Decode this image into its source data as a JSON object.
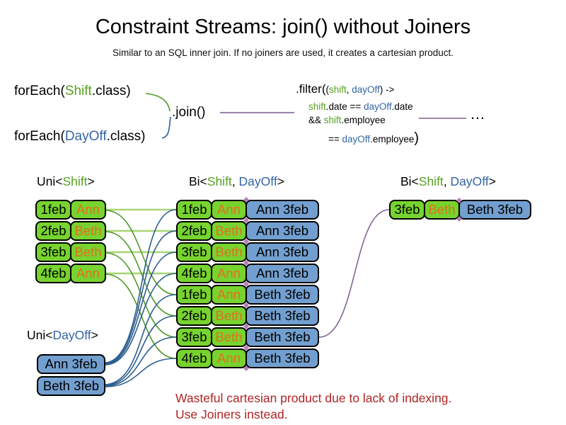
{
  "title": "Constraint Streams: join() without Joiners",
  "subtitle": "Similar to an SQL inner join. If no joiners are used, it creates a cartesian product.",
  "code": {
    "foreach_shift": {
      "pre": "forEach(",
      "cls": "Shift",
      "post": ".class)"
    },
    "foreach_dayoff": {
      "pre": "forEach(",
      "cls": "DayOff",
      "post": ".class)"
    },
    "join": ".join()",
    "filter": {
      "fn": ".filter(",
      "args_open": "(",
      "arg_shift": "shift",
      "args_comma": ", ",
      "arg_dayoff": "dayOff",
      "args_close": ") ->",
      "l2_shift": "shift",
      "l2_mid": ".date == ",
      "l2_dayoff": "dayOff",
      "l2_end": ".date",
      "l3_amp": "&& ",
      "l3_shift": "shift",
      "l3_end": ".employee",
      "l4_eq": "== ",
      "l4_dayoff": "dayOff",
      "l4_end": ".employee",
      "l4_paren": ")"
    },
    "ellipsis": "…"
  },
  "headers": {
    "uni_shift": {
      "pre": "Uni<",
      "shift": "Shift",
      "post": ">"
    },
    "bi_join": {
      "pre": "Bi<",
      "shift": "Shift",
      "comma": ", ",
      "dayoff": "DayOff",
      "post": ">"
    },
    "bi_result": {
      "pre": "Bi<",
      "shift": "Shift",
      "comma": ", ",
      "dayoff": "DayOff",
      "post": ">"
    },
    "uni_dayoff": {
      "pre": "Uni<",
      "dayoff": "DayOff",
      "post": ">"
    }
  },
  "uni_shift": {
    "rows": [
      {
        "date": "1feb",
        "employee": "Ann"
      },
      {
        "date": "2feb",
        "employee": "Beth"
      },
      {
        "date": "3feb",
        "employee": "Beth"
      },
      {
        "date": "4feb",
        "employee": "Ann"
      }
    ]
  },
  "uni_dayoff": {
    "rows": [
      {
        "label": "Ann 3feb"
      },
      {
        "label": "Beth 3feb"
      }
    ]
  },
  "bi_join": {
    "rows": [
      {
        "date": "1feb",
        "employee": "Ann",
        "dayoff": "Ann 3feb"
      },
      {
        "date": "2feb",
        "employee": "Beth",
        "dayoff": "Ann 3feb"
      },
      {
        "date": "3feb",
        "employee": "Beth",
        "dayoff": "Ann 3feb"
      },
      {
        "date": "4feb",
        "employee": "Ann",
        "dayoff": "Ann 3feb"
      },
      {
        "date": "1feb",
        "employee": "Ann",
        "dayoff": "Beth 3feb"
      },
      {
        "date": "2feb",
        "employee": "Beth",
        "dayoff": "Beth 3feb"
      },
      {
        "date": "3feb",
        "employee": "Beth",
        "dayoff": "Beth 3feb"
      },
      {
        "date": "4feb",
        "employee": "Ann",
        "dayoff": "Beth 3feb"
      }
    ]
  },
  "bi_result": {
    "rows": [
      {
        "date": "3feb",
        "employee": "Beth",
        "dayoff": "Beth 3feb"
      }
    ]
  },
  "note": {
    "line1": "Wasteful cartesian product due to lack of indexing.",
    "line2": "Use Joiners instead."
  },
  "colors": {
    "shift-green": "#77d32f",
    "dayoff-blue": "#729fcf",
    "employee-orange": "#e2701b",
    "code-green": "#57a021",
    "code-blue": "#3465a4",
    "connector-purple": "#7b5d8f",
    "connector-green": "#50992a",
    "connector-green-light": "#a8d474",
    "connector-blue": "#2d5e8f",
    "diamond-pink": "#b57fb5",
    "note-red": "#b02424"
  }
}
